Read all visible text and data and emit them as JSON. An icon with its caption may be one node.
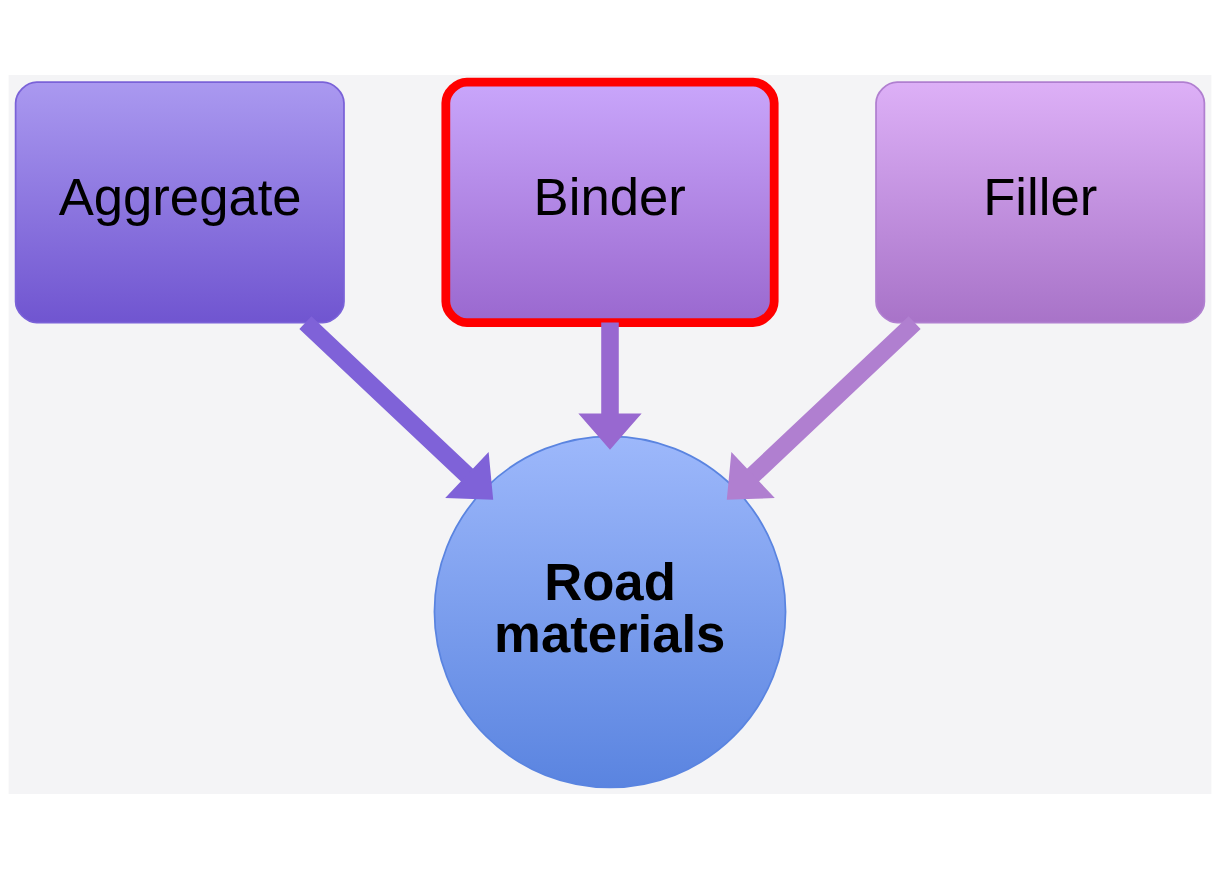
{
  "diagram": {
    "nodes": [
      {
        "text": [
          "Aggregate"
        ]
      },
      {
        "text": [
          "Binder"
        ]
      },
      {
        "text": [
          "Filler"
        ]
      },
      {
        "text": [
          "Road materials"
        ]
      }
    ],
    "edges": [
      {
        "from": 0,
        "to": 3,
        "arrow": "to"
      },
      {
        "from": 1,
        "to": 3,
        "arrow": "to"
      },
      {
        "from": 2,
        "to": 3,
        "arrow": "to"
      }
    ]
  }
}
